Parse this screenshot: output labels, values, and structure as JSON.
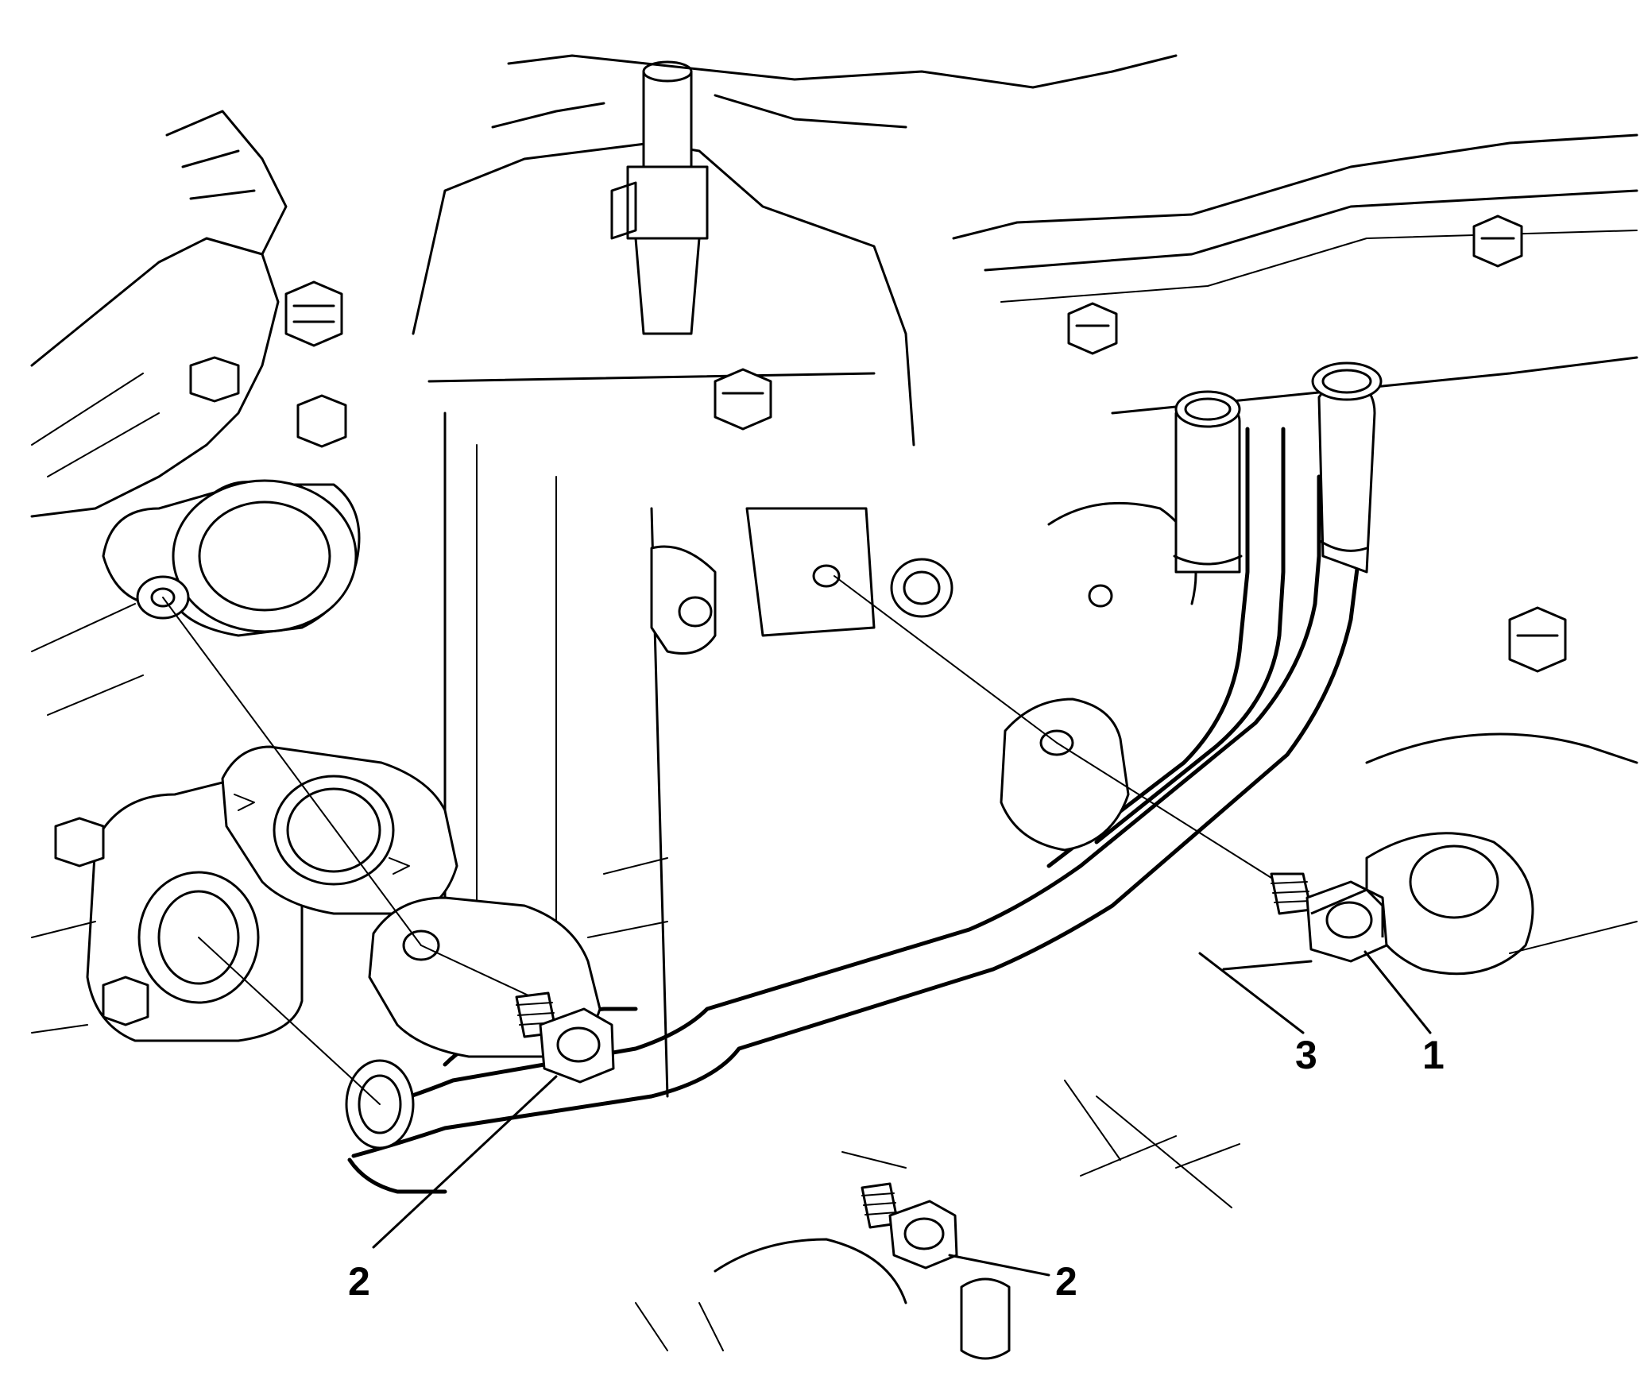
{
  "callouts": [
    {
      "id": "bolt-1",
      "label": "1"
    },
    {
      "id": "bolt-2-upper",
      "label": "2"
    },
    {
      "id": "bolt-2-lower",
      "label": "2"
    },
    {
      "id": "pipe-3",
      "label": "3"
    }
  ]
}
